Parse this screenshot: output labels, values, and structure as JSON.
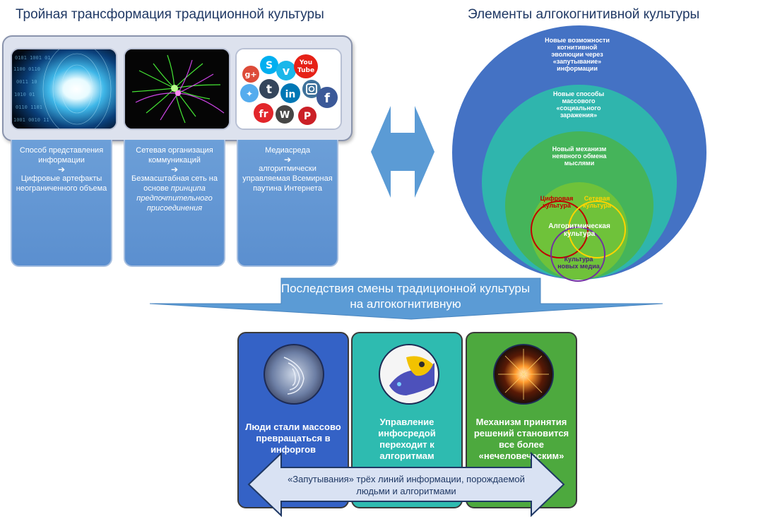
{
  "left_title": "Тройная трансформация традиционной культуры",
  "right_title": "Элементы алгокогнитивной культуры",
  "columns": [
    {
      "line1": "Способ представления информации",
      "arrow": "➔",
      "line2": "Цифровые артефакты неограниченного объема"
    },
    {
      "line1": "Сетевая организация коммуникаций",
      "arrow": "➔",
      "line2": "Безмасштабная сеть на основе",
      "line2_italic": "принципа предпочтительного присоединения"
    },
    {
      "line1": "Медиасреда",
      "arrow": "➔",
      "line2": "алгоритмически управляемая Всемирная паутина Интернета"
    }
  ],
  "social_icons": [
    "g+",
    "S",
    "v",
    "You Tube",
    "t",
    "in",
    "f",
    "fr",
    "W",
    "P"
  ],
  "circles": {
    "outer": "Новые возможности когнитивной эволюции через «запутывание» информации",
    "second": "Новые способы массового «социального заражения»",
    "third": "Новый механизм неявного обмена мыслями",
    "inner": "Алгоритмическая культура",
    "digital": "Цифровая культура",
    "network": "Сетевая культура",
    "newmedia": "Культура новых медиа"
  },
  "colors": {
    "outer": "#4472c4",
    "second": "#2fb5ad",
    "third": "#45b45a",
    "inner": "#6fc23a",
    "digital": "#c00000",
    "network": "#ffd400",
    "newmedia": "#7030a0"
  },
  "banner": "Последствия смены традиционной культуры на алгокогнитивную",
  "cards": [
    {
      "text": "Люди стали массово превращаться в инфоргов",
      "color": "#3462c6"
    },
    {
      "text": "Управление инфосредой переходит к алгоритмам",
      "color": "#2ebbb0"
    },
    {
      "text": "Механизм принятия решений становится все более «нечеловеческим»",
      "color": "#4da93e"
    }
  ],
  "bottom_text": "«Запутывания» трёх линий информации, порождаемой людьми и алгоритмами"
}
